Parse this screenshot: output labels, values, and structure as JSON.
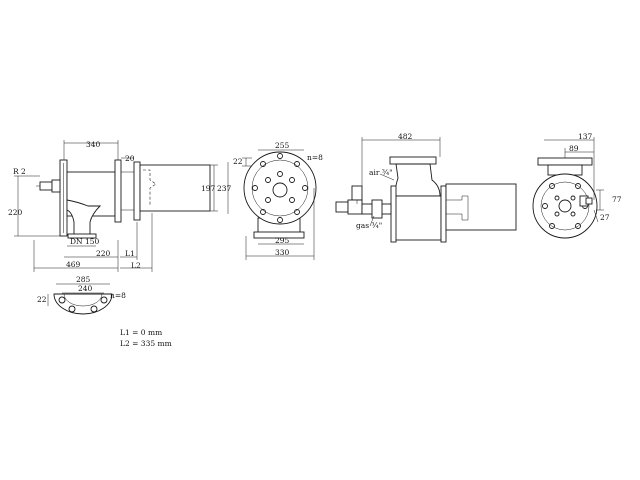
{
  "views": {
    "side": {
      "dims": {
        "d340": "340",
        "d20": "20",
        "r2": "R 2",
        "d220v": "220",
        "d197": "197",
        "d237": "237",
        "dn150": "DN 150",
        "d220h": "220",
        "l1": "L1",
        "l2": "L2",
        "d469": "469"
      }
    },
    "front": {
      "dims": {
        "d255": "255",
        "d22": "22",
        "n8": "n=8",
        "d295": "295",
        "d330": "330"
      }
    },
    "flange": {
      "dims": {
        "d285": "285",
        "d240": "240",
        "d22": "22",
        "n8": "n=8"
      }
    },
    "right_side": {
      "dims": {
        "d482": "482",
        "air": "air ¾\"",
        "gas": "gas ¾\""
      }
    },
    "right_front": {
      "dims": {
        "d137": "137",
        "d89": "89",
        "d77": "77",
        "d27": "27"
      }
    }
  },
  "notes": {
    "l1": "L1 = 0 mm",
    "l2": "L2 = 335 mm"
  }
}
